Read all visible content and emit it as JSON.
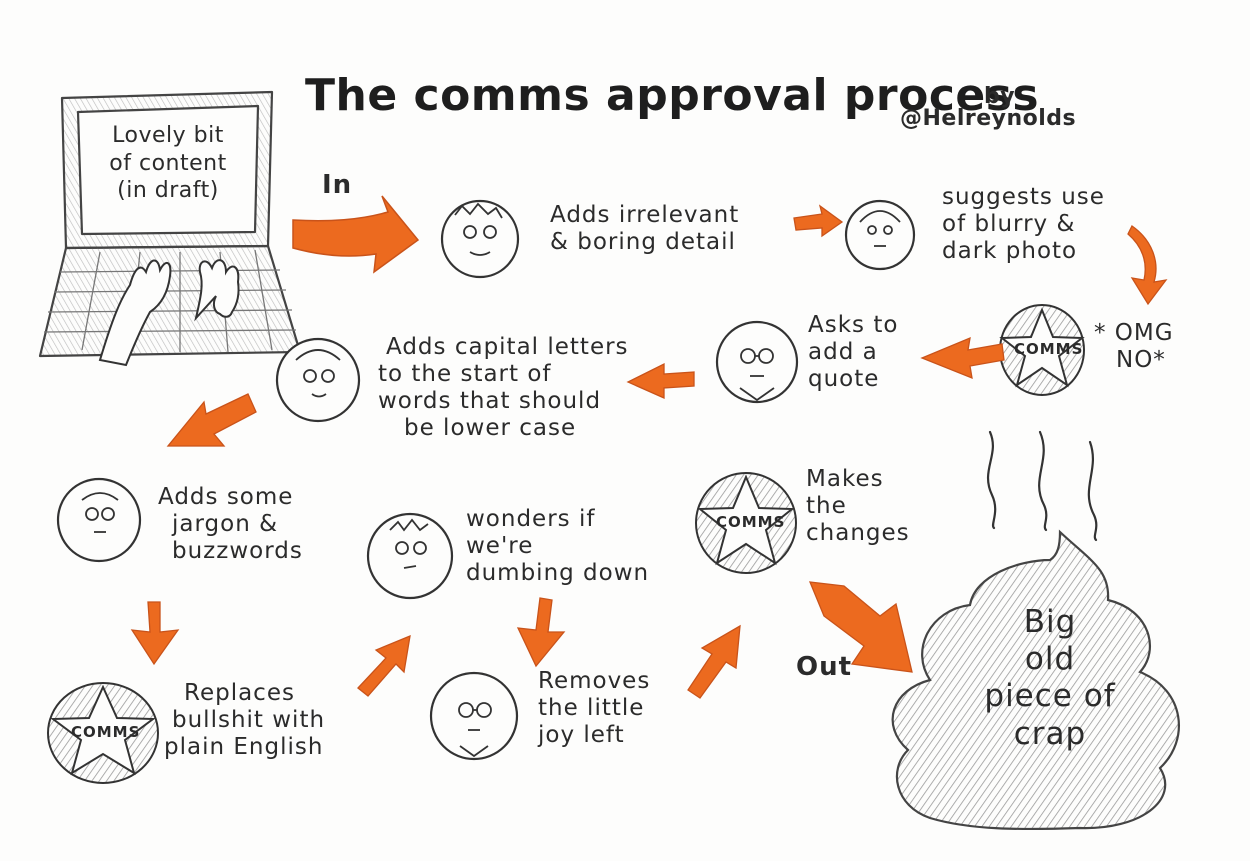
{
  "title": "The comms approval process",
  "byline": {
    "by": "by",
    "handle": "@Helreynolds"
  },
  "colors": {
    "accent": "#ec6a1f",
    "ink": "#2b2b2b",
    "pencil": "#9a9a9a"
  },
  "laptop_text": [
    "Lovely bit",
    "of content",
    "(in draft)"
  ],
  "arrow_in_label": "In",
  "arrow_out_label": "Out",
  "comms_badge": "COMMS",
  "steps": [
    {
      "lines": [
        "Adds irrelevant",
        "& boring detail"
      ]
    },
    {
      "lines": [
        "suggests use",
        "of blurry &",
        "dark photo"
      ]
    },
    {
      "lines": [
        "* OMG",
        "NO*"
      ]
    },
    {
      "lines": [
        "Asks to",
        "add a",
        "quote"
      ]
    },
    {
      "lines": [
        "Adds capital letters",
        "to the start of",
        "words that should",
        "be lower case"
      ]
    },
    {
      "lines": [
        "Adds some",
        "jargon &",
        "buzzwords"
      ]
    },
    {
      "lines": [
        "Replaces",
        "bullshit with",
        "plain English"
      ]
    },
    {
      "lines": [
        "wonders if",
        "we're",
        "dumbing down"
      ]
    },
    {
      "lines": [
        "Removes",
        "the little",
        "joy left"
      ]
    },
    {
      "lines": [
        "Makes",
        "the",
        "changes"
      ]
    }
  ],
  "outcome_text": [
    "Big",
    "old",
    "piece of",
    "crap"
  ],
  "icons": [
    "laptop-icon",
    "typing-hands-icon",
    "face-icon",
    "comms-star-badge-icon",
    "arrow-icon",
    "poop-icon",
    "steam-icon"
  ]
}
